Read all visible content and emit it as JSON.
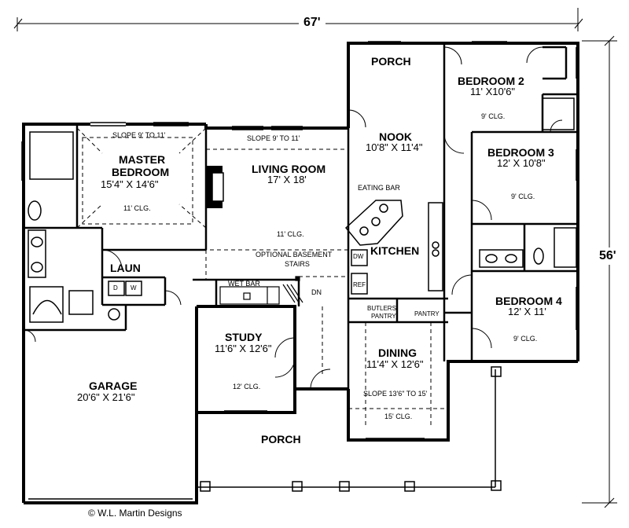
{
  "plan": {
    "overall_width": "67'",
    "overall_depth": "56'",
    "copyright": "© W.L. Martin Designs",
    "rooms": {
      "porch_top": "PORCH",
      "bedroom2": {
        "name": "BEDROOM 2",
        "size": "11' X10'6\"",
        "clg": "9' CLG."
      },
      "nook": {
        "name": "NOOK",
        "size": "10'8\" X 11'4\""
      },
      "bedroom3": {
        "name": "BEDROOM 3",
        "size": "12' X 10'8\"",
        "clg": "9' CLG."
      },
      "master": {
        "name_line1": "MASTER",
        "name_line2": "BEDROOM",
        "size": "15'4\" X 14'6\"",
        "clg": "11' CLG.",
        "slope": "SLOPE 9' TO 11'"
      },
      "living": {
        "name": "LIVING ROOM",
        "size": "17' X 18'",
        "clg": "11' CLG.",
        "slope": "SLOPE 9' TO 11'"
      },
      "eating_bar": "EATING BAR",
      "kitchen": "KITCHEN",
      "dw": "DW",
      "ref": "REF",
      "laun": "LAUN",
      "d": "D",
      "w": "W",
      "optional_stairs_1": "OPTIONAL BASEMENT",
      "optional_stairs_2": "STAIRS",
      "wet_bar": "WET BAR",
      "dn": "DN",
      "butlers_1": "BUTLERS",
      "butlers_2": "PANTRY",
      "pantry": "PANTRY",
      "bedroom4": {
        "name": "BEDROOM 4",
        "size": "12' X 11'",
        "clg": "9' CLG."
      },
      "study": {
        "name": "STUDY",
        "size": "11'6\" X 12'6\"",
        "clg": "12' CLG."
      },
      "dining": {
        "name": "DINING",
        "size": "11'4\" X 12'6\"",
        "clg": "15' CLG.",
        "slope": "SLOPE 13'6\" TO 15'"
      },
      "garage": {
        "name": "GARAGE",
        "size": "20'6\" X 21'6\""
      },
      "porch_bottom": "PORCH"
    }
  }
}
